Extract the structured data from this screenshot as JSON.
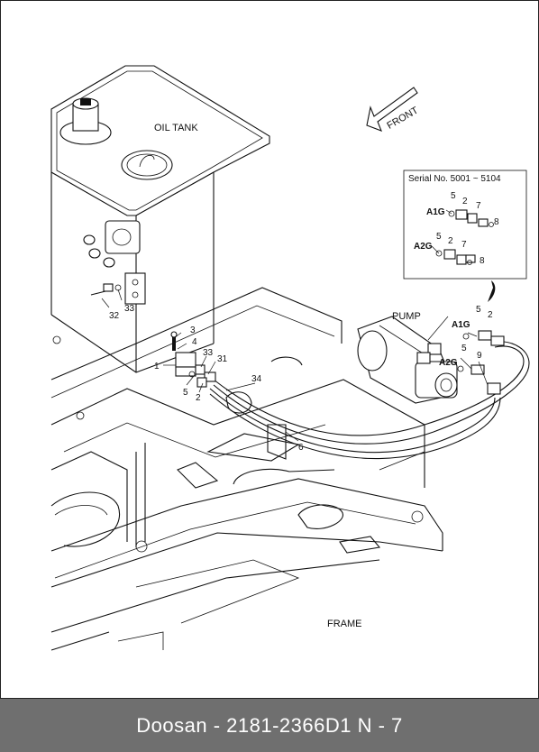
{
  "drawing": {
    "labels": {
      "oil_tank": "OIL TANK",
      "front": "FRONT",
      "pump": "PUMP",
      "frame": "FRAME",
      "serial": "Serial No.  5001 ~ 5104",
      "port_a1g_inset": "A1G",
      "port_a2g_inset": "A2G",
      "port_a1g_pump": "A1G",
      "port_a2g_pump": "A2G"
    },
    "callouts": {
      "c32": "32",
      "c33a": "33",
      "c3": "3",
      "c4": "4",
      "c1": "1",
      "c33b": "33",
      "c31": "31",
      "c5a": "5",
      "c2a": "2",
      "c34": "34",
      "c6": "6",
      "c5b": "5",
      "c2b": "2",
      "c5c": "5",
      "c9": "9",
      "i5a": "5",
      "i2a": "2",
      "i7a": "7",
      "i8a": "8",
      "i5b": "5",
      "i2b": "2",
      "i7b": "7",
      "i8b": "8"
    }
  },
  "footer": {
    "caption": "Doosan - 2181-2366D1      N - 7"
  }
}
